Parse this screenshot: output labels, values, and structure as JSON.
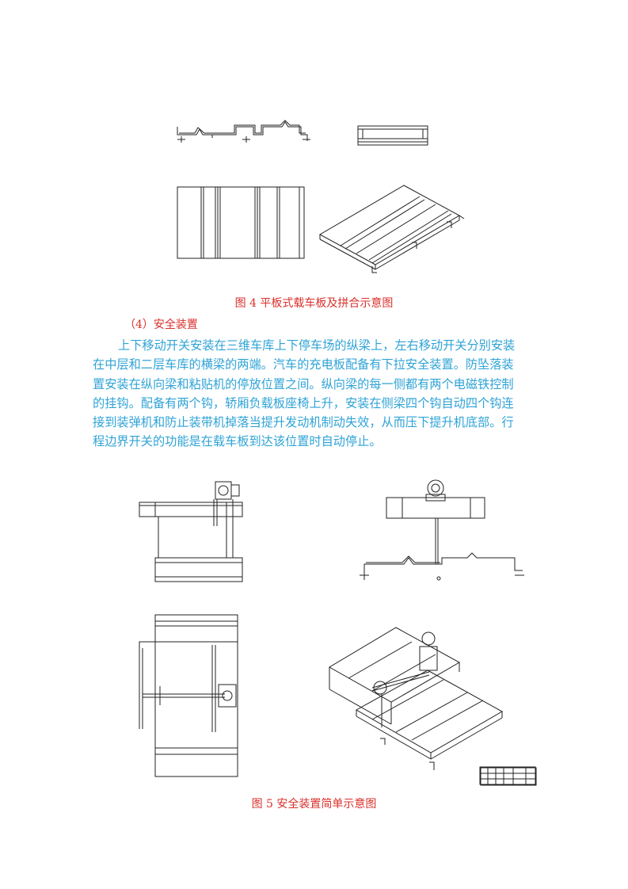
{
  "figure4": {
    "caption": "图 4 平板式载车板及拼合示意图"
  },
  "section": {
    "heading": "（4）安全装置",
    "lines": [
      "上下移动开关安装在三维车库上下停车场的纵梁上，左右移动开关分别安装",
      "在中层和二层车库的横梁的两端。汽车的充电板配备有下拉安全装置。防坠落装",
      "置安装在纵向梁和粘贴机的停放位置之间。纵向梁的每一侧都有两个电磁铁控制",
      "的挂钩。配备有两个钩，轿厢负载板座椅上升，安装在侧梁四个钩自动四个钩连",
      "接到装弹机和防止装带机掉落当提升发动机制动失效，从而压下提升机底部。行",
      "程边界开关的功能是在载车板到达该位置时自动停止。"
    ]
  },
  "figure5": {
    "caption": "图 5 安全装置简单示意图"
  },
  "colors": {
    "caption_red": "#d9302b",
    "body_blue": "#2fa3d6",
    "line_black": "#222222"
  }
}
